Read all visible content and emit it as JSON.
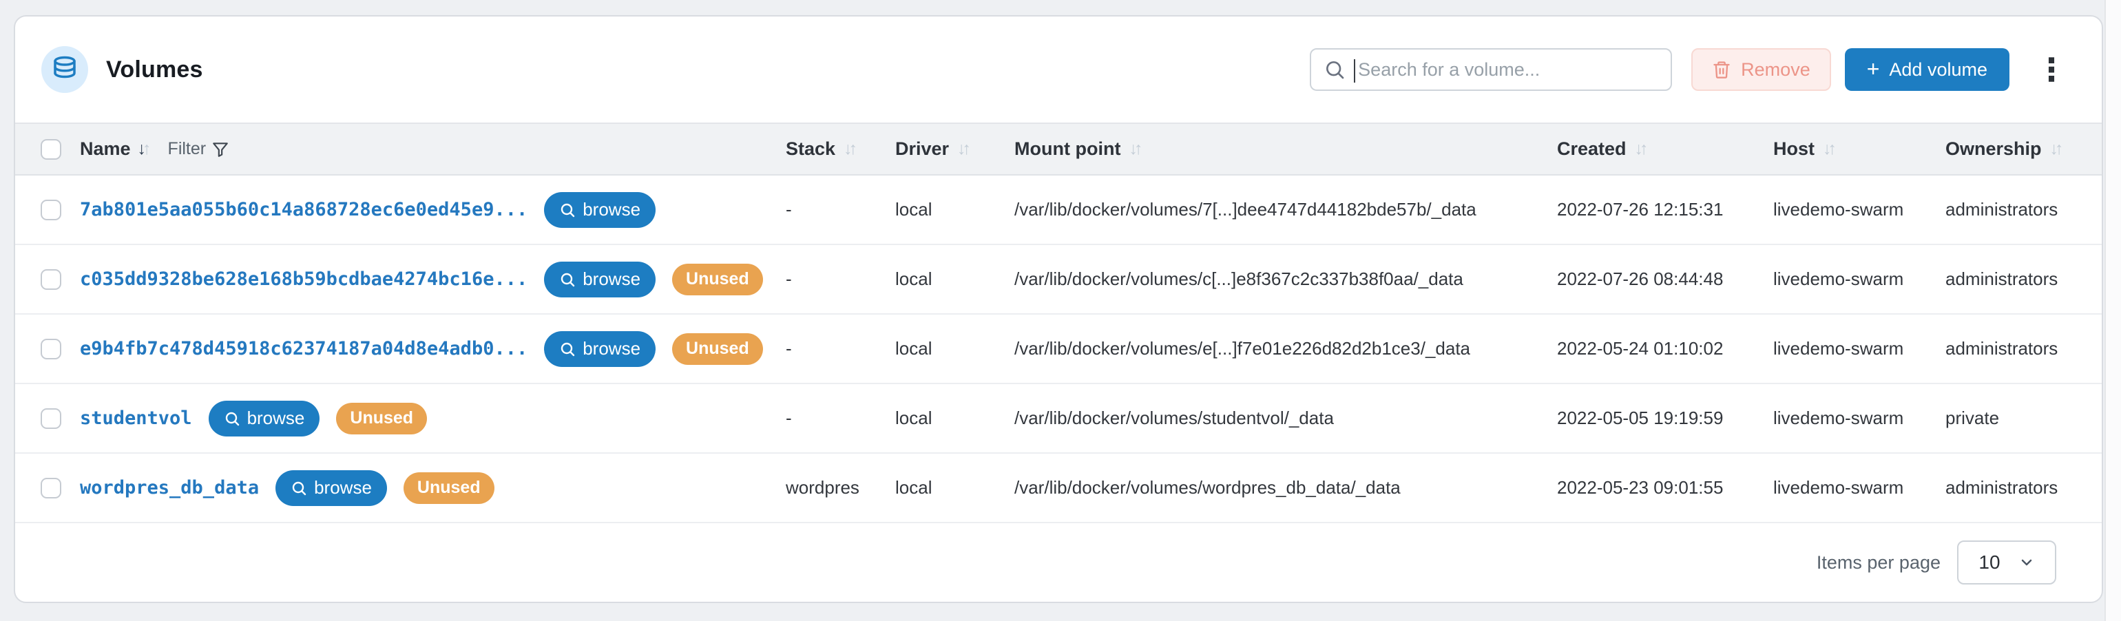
{
  "page": {
    "title": "Volumes"
  },
  "header": {
    "search_placeholder": "Search for a volume...",
    "remove_label": "Remove",
    "add_label": "Add volume"
  },
  "icons": {
    "add_plus": "+",
    "kebab": "⋮",
    "sort_desc": "↓",
    "sort_asc": "↑"
  },
  "colors": {
    "primary_blue": "#1d7dc2",
    "link_blue": "#2478bf",
    "badge_orange": "#e9a350",
    "remove_red": "#ec9488",
    "remove_bg": "#fdeeec",
    "header_row_bg": "#f0f2f4",
    "page_bg": "#eef0f3",
    "icon_circle_bg": "#d9ecfc"
  },
  "table": {
    "filter_label": "Filter",
    "browse_label": "browse",
    "unused_label": "Unused",
    "columns": {
      "name": "Name",
      "stack": "Stack",
      "driver": "Driver",
      "mount": "Mount point",
      "created": "Created",
      "host": "Host",
      "ownership": "Ownership"
    },
    "rows": [
      {
        "name": "7ab801e5aa055b60c14a868728ec6e0ed45e9...",
        "stack": "-",
        "driver": "local",
        "mount": "/var/lib/docker/volumes/7[...]dee4747d44182bde57b/_data",
        "created": "2022-07-26 12:15:31",
        "host": "livedemo-swarm",
        "ownership": "administrators"
      },
      {
        "name": "c035dd9328be628e168b59bcdbae4274bc16e...",
        "stack": "-",
        "driver": "local",
        "mount": "/var/lib/docker/volumes/c[...]e8f367c2c337b38f0aa/_data",
        "created": "2022-07-26 08:44:48",
        "host": "livedemo-swarm",
        "ownership": "administrators"
      },
      {
        "name": "e9b4fb7c478d45918c62374187a04d8e4adb0...",
        "stack": "-",
        "driver": "local",
        "mount": "/var/lib/docker/volumes/e[...]f7e01e226d82d2b1ce3/_data",
        "created": "2022-05-24 01:10:02",
        "host": "livedemo-swarm",
        "ownership": "administrators"
      },
      {
        "name": "studentvol",
        "stack": "-",
        "driver": "local",
        "mount": "/var/lib/docker/volumes/studentvol/_data",
        "created": "2022-05-05 19:19:59",
        "host": "livedemo-swarm",
        "ownership": "private"
      },
      {
        "name": "wordpres_db_data",
        "stack": "wordpres",
        "driver": "local",
        "mount": "/var/lib/docker/volumes/wordpres_db_data/_data",
        "created": "2022-05-23 09:01:55",
        "host": "livedemo-swarm",
        "ownership": "administrators"
      }
    ]
  },
  "footer": {
    "items_per_page_label": "Items per page",
    "items_per_page_value": "10"
  }
}
